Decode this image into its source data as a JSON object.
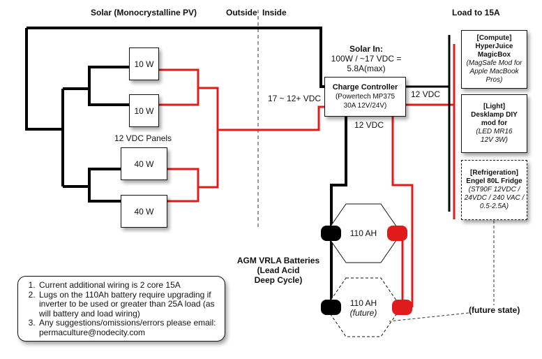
{
  "headings": {
    "solar": "Solar (Monocrystalline PV)",
    "outside": "Outside",
    "inside": "Inside",
    "load": "Load to 15A"
  },
  "panels": {
    "group_label": "12 VDC Panels",
    "items": [
      {
        "label": "10 W"
      },
      {
        "label": "10 W"
      },
      {
        "label": "40 W"
      },
      {
        "label": "40 W"
      }
    ]
  },
  "controller": {
    "solar_in_title": "Solar In:",
    "solar_in_line1": "100W / ~17 VDC =",
    "solar_in_line2": "5.8A(max)",
    "title": "Charge Controller",
    "model": "(Powertech MP375",
    "rating": "30A 12V/24V)",
    "input_voltage": "17 ~ 12+ VDC",
    "output_load_voltage": "12 VDC",
    "output_battery_voltage": "12 VDC"
  },
  "loads": [
    {
      "category": "[Compute]",
      "name1": "HyperJuice",
      "name2": "MagicBox",
      "detail1": "(MagSafe Mod for",
      "detail2": "Apple MacBook",
      "detail3": "Pros)"
    },
    {
      "category": "[Light]",
      "name1": "Desklamp DIY",
      "name2": "mod for",
      "detail1": "(LED MR16",
      "detail2": "12V 3W)",
      "detail3": ""
    },
    {
      "category": "[Refrigeration]",
      "name1": "Engel 80L Fridge",
      "name2": "",
      "detail1": "(ST90F 12VDC /",
      "detail2": "24VDC / 240 VAC /",
      "detail3": "0.5-2.5A)"
    }
  ],
  "batteries": {
    "label1": "AGM VRLA Batteries",
    "label2": "(Lead Acid",
    "label3": "Deep Cycle)",
    "items": [
      {
        "capacity": "110 AH",
        "note": ""
      },
      {
        "capacity": "110 AH",
        "note": "(future)"
      }
    ]
  },
  "future_state_label": "(future state)",
  "notes": [
    "Current additional wiring is 2 core 15A",
    "Lugs on the 110Ah battery require upgrading if inverter to be used or greater than 25A load (as will battery and load wiring)",
    "Any suggestions/omissions/errors please email: permaculture@nodecity.com"
  ],
  "colors": {
    "negative_wire": "#000000",
    "positive_wire": "#e01b1b"
  }
}
